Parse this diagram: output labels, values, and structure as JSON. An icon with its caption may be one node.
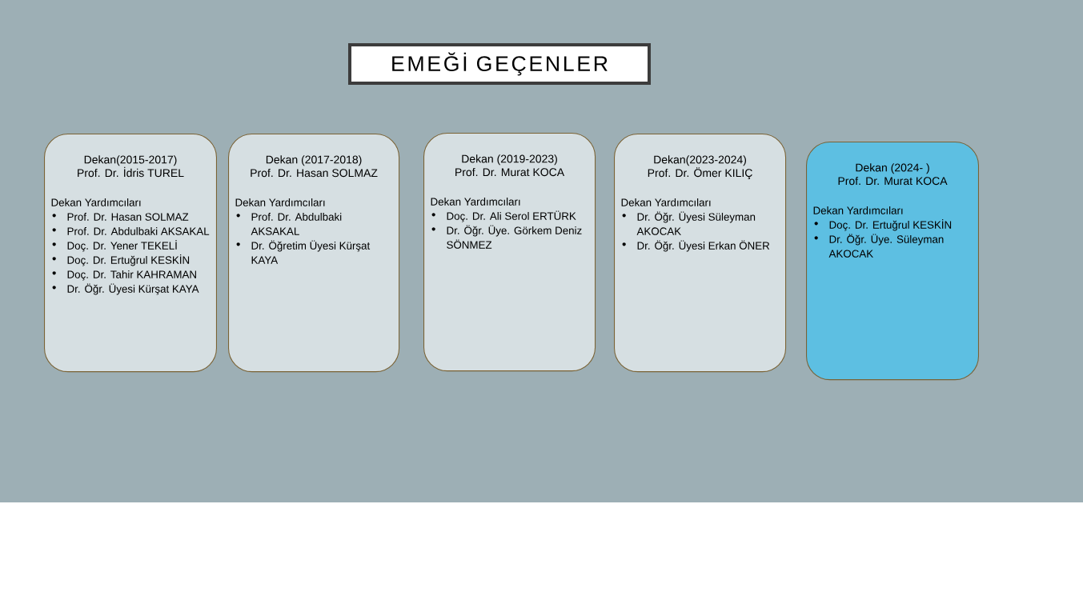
{
  "diagram": {
    "title": "EMEĞİ GEÇENLER",
    "nodes": [
      {
        "text": [
          "Dekan(2015-2017)",
          "Prof. Dr. İdris TUREL",
          "Dekan Yardımcıları",
          "Prof. Dr. Hasan SOLMAZ",
          "Prof. Dr. Abdulbaki AKSAKAL",
          "Doç. Dr. Yener TEKELİ",
          "Doç. Dr. Ertuğrul KESKİN",
          "Doç. Dr. Tahir KAHRAMAN",
          "Dr. Öğr. Üyesi Kürşat KAYA"
        ]
      },
      {
        "text": [
          "Dekan (2017-2018)",
          "Prof. Dr. Hasan SOLMAZ",
          "Dekan Yardımcıları",
          "Prof. Dr. Abdulbaki AKSAKAL",
          "Dr. Öğretim Üyesi Kürşat KAYA"
        ]
      },
      {
        "text": [
          "Dekan (2019-2023)",
          "Prof. Dr. Murat KOCA",
          "Dekan Yardımcıları",
          "Doç. Dr. Ali Serol ERTÜRK",
          "Dr. Öğr. Üye. Görkem Deniz SÖNMEZ"
        ]
      },
      {
        "text": [
          "Dekan(2023-2024)",
          "Prof. Dr. Ömer KILIÇ",
          "Dekan Yardımcıları",
          "Dr. Öğr. Üyesi Süleyman AKOCAK",
          "Dr. Öğr. Üyesi Erkan ÖNER"
        ]
      },
      {
        "text": [
          "Dekan (2024- )",
          "Prof. Dr. Murat KOCA",
          "Dekan Yardımcıları",
          "Doç. Dr. Ertuğrul KESKİN",
          "Dr. Öğr. Üye. Süleyman AKOCAK"
        ]
      }
    ]
  }
}
